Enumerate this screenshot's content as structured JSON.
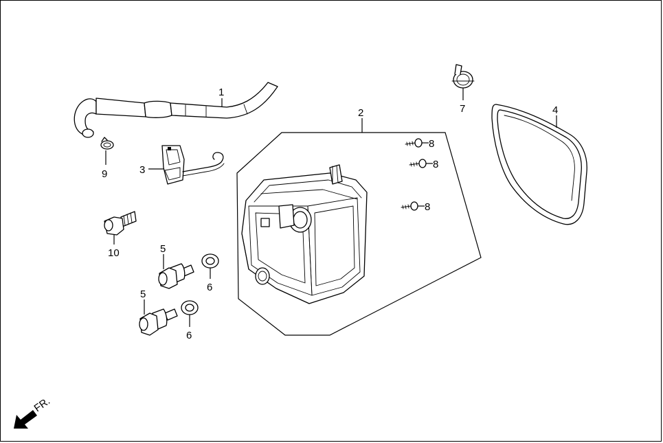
{
  "callouts": {
    "c1": "1",
    "c2": "2",
    "c3": "3",
    "c4": "4",
    "c5a": "5",
    "c5b": "5",
    "c6a": "6",
    "c6b": "6",
    "c7": "7",
    "c8a": "8",
    "c8b": "8",
    "c8c": "8",
    "c9": "9",
    "c10": "10"
  },
  "front_indicator": "FR."
}
